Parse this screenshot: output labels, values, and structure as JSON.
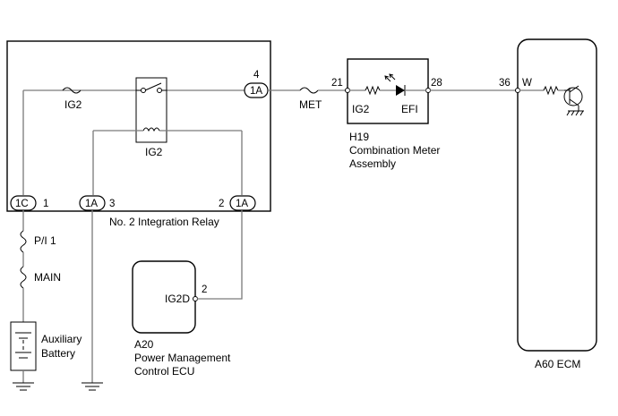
{
  "relay": {
    "name": "No. 2 Integration Relay",
    "fuse_ig2": "IG2",
    "relay_ig2": "IG2",
    "conn_1c": "1C",
    "pin_1c": "1",
    "conn_1a_left": "1A",
    "pin_1a_left": "3",
    "conn_1a_right": "1A",
    "pin_1a_right": "2",
    "conn_1a_top": "1A",
    "pin_1a_top": "4"
  },
  "fuses": {
    "met": "MET",
    "pi1": "P/I 1",
    "main": "MAIN"
  },
  "battery": {
    "line1": "Auxiliary",
    "line2": "Battery"
  },
  "meter": {
    "code": "H19",
    "name_line1": "Combination Meter",
    "name_line2": "Assembly",
    "pin_in": "21",
    "pin_out": "28",
    "label_in": "IG2",
    "label_out": "EFI"
  },
  "pmecu": {
    "code": "A20",
    "name_line1": "Power Management",
    "name_line2": "Control ECU",
    "pin_label": "IG2D",
    "pin": "2"
  },
  "ecm": {
    "name": "A60 ECM",
    "pin": "36",
    "wire": "W"
  }
}
